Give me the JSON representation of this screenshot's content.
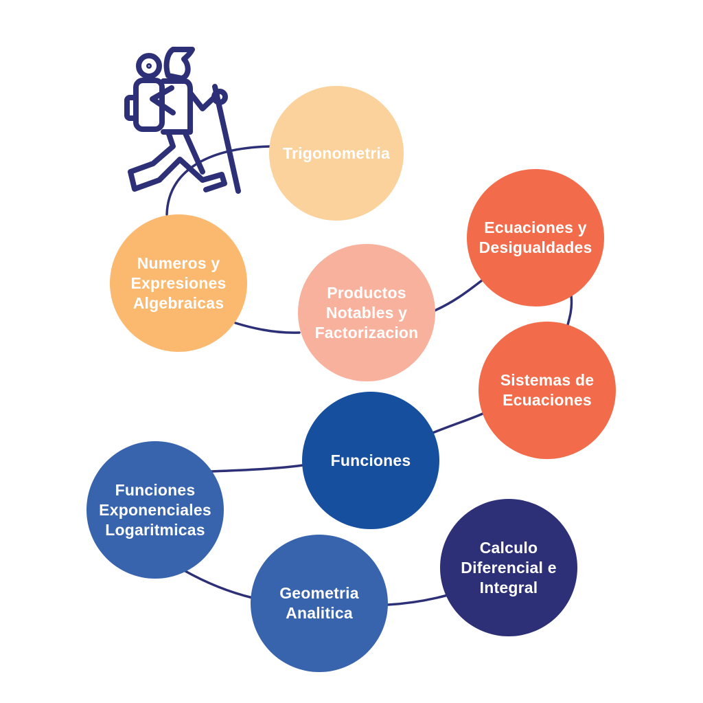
{
  "colors": {
    "path": "#2D3076",
    "hiker": "#2D3076"
  },
  "nodes": [
    {
      "label": "Trigonometria",
      "color": "#FBD19C"
    },
    {
      "label": "Numeros y Expresiones Algebraicas",
      "color": "#FBB96F"
    },
    {
      "label": "Productos Notables y Factorizacion",
      "color": "#F8B19C"
    },
    {
      "label": "Ecuaciones y Desigualdades",
      "color": "#F26B4A"
    },
    {
      "label": "Sistemas de Ecuaciones",
      "color": "#F26B4A"
    },
    {
      "label": "Funciones",
      "color": "#174F9F"
    },
    {
      "label": "Funciones Exponenciales Logaritmicas",
      "color": "#3864AE"
    },
    {
      "label": "Geometria Analitica",
      "color": "#3864AE"
    },
    {
      "label": "Calculo Diferencial e Integral",
      "color": "#2D3076"
    }
  ]
}
